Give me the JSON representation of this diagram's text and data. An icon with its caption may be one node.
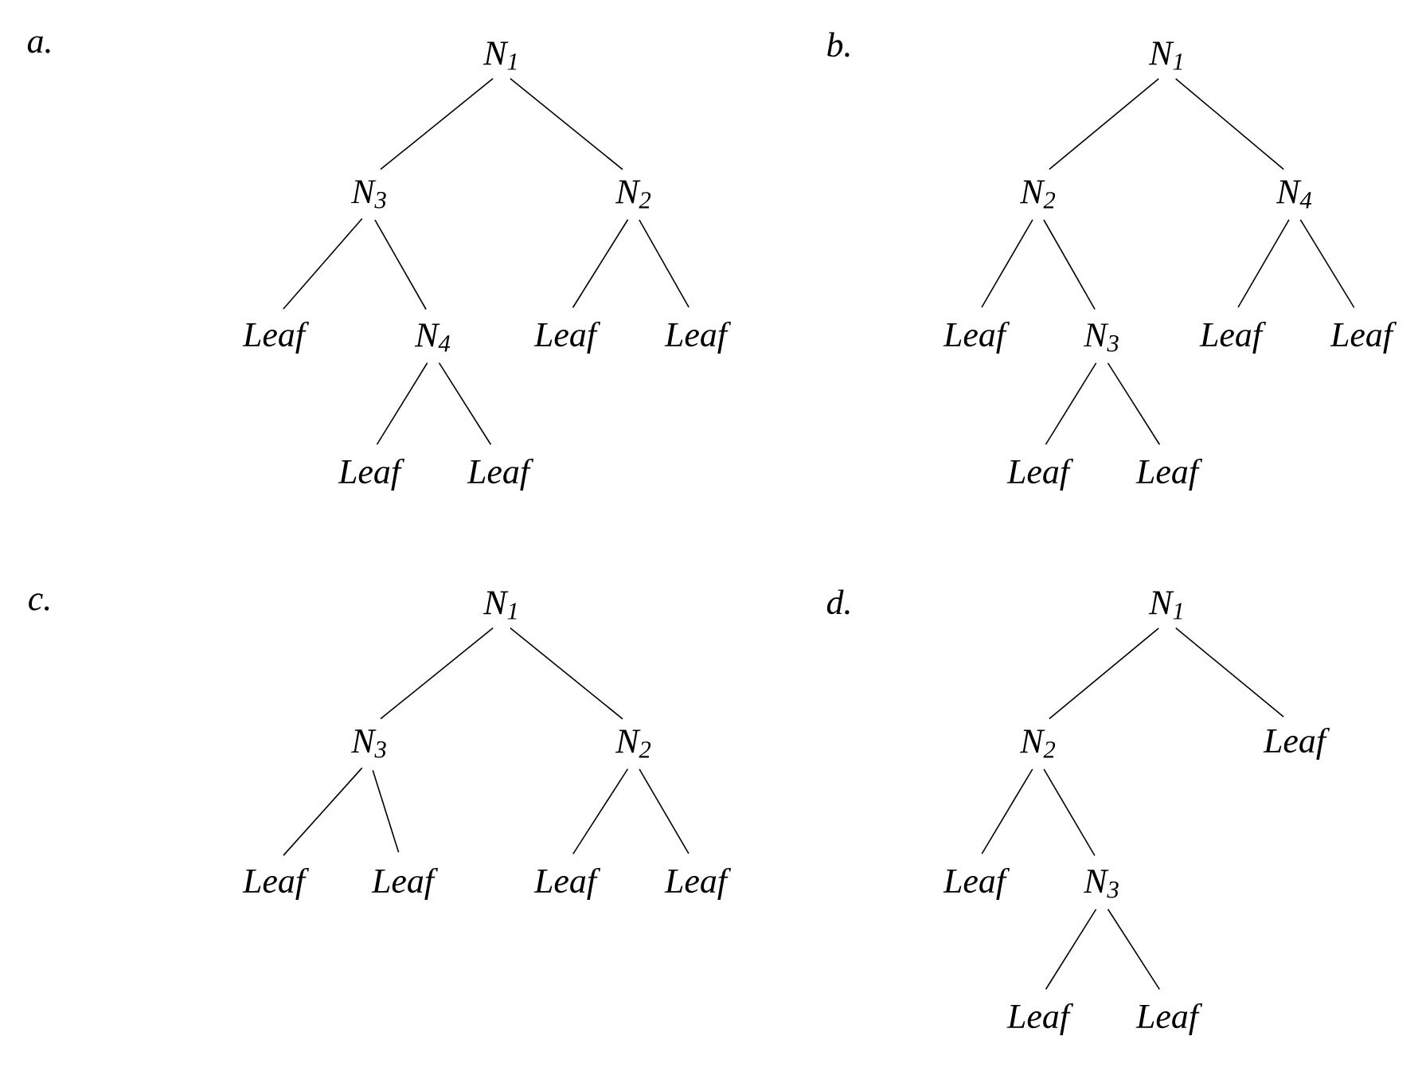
{
  "diagram": {
    "nodes": [
      {
        "text": [
          "N$_{1}$"
        ]
      },
      {
        "text": [
          "N$_{3}$"
        ]
      },
      {
        "text": [
          "N$_{2}$"
        ]
      },
      {
        "text": [
          "Leaf"
        ]
      },
      {
        "text": [
          "N$_{4}$"
        ]
      },
      {
        "text": [
          "Leaf"
        ]
      },
      {
        "text": [
          "Leaf"
        ]
      },
      {
        "text": [
          "Leaf"
        ]
      },
      {
        "text": [
          "Leaf"
        ]
      },
      {
        "text": [
          "N$_{1}$"
        ]
      },
      {
        "text": [
          "N$_{2}$"
        ]
      },
      {
        "text": [
          "N$_{4}$"
        ]
      },
      {
        "text": [
          "Leaf"
        ]
      },
      {
        "text": [
          "N$_{3}$"
        ]
      },
      {
        "text": [
          "Leaf"
        ]
      },
      {
        "text": [
          "Leaf"
        ]
      },
      {
        "text": [
          "Leaf"
        ]
      },
      {
        "text": [
          "Leaf"
        ]
      },
      {
        "text": [
          "N$_{1}$"
        ]
      },
      {
        "text": [
          "N$_{3}$"
        ]
      },
      {
        "text": [
          "N$_{2}$"
        ]
      },
      {
        "text": [
          "Leaf"
        ]
      },
      {
        "text": [
          "Leaf"
        ]
      },
      {
        "text": [
          "Leaf"
        ]
      },
      {
        "text": [
          "Leaf"
        ]
      },
      {
        "text": [
          "N$_{1}$"
        ]
      },
      {
        "text": [
          "N$_{2}$"
        ]
      },
      {
        "text": [
          "Leaf"
        ]
      },
      {
        "text": [
          "Leaf"
        ]
      },
      {
        "text": [
          "N$_{3}$"
        ]
      },
      {
        "text": [
          "Leaf"
        ]
      },
      {
        "text": [
          "Leaf"
        ]
      }
    ],
    "edges": [
      {
        "from": 0,
        "to": 1,
        "arrow": "none"
      },
      {
        "from": 0,
        "to": 2,
        "arrow": "none"
      },
      {
        "from": 1,
        "to": 3,
        "arrow": "none"
      },
      {
        "from": 1,
        "to": 4,
        "arrow": "none"
      },
      {
        "from": 2,
        "to": 5,
        "arrow": "none"
      },
      {
        "from": 2,
        "to": 6,
        "arrow": "none"
      },
      {
        "from": 4,
        "to": 7,
        "arrow": "none"
      },
      {
        "from": 4,
        "to": 8,
        "arrow": "none"
      },
      {
        "from": 9,
        "to": 10,
        "arrow": "none"
      },
      {
        "from": 9,
        "to": 11,
        "arrow": "none"
      },
      {
        "from": 10,
        "to": 12,
        "arrow": "none"
      },
      {
        "from": 10,
        "to": 13,
        "arrow": "none"
      },
      {
        "from": 11,
        "to": 14,
        "arrow": "none"
      },
      {
        "from": 11,
        "to": 15,
        "arrow": "none"
      },
      {
        "from": 13,
        "to": 16,
        "arrow": "none"
      },
      {
        "from": 13,
        "to": 17,
        "arrow": "none"
      },
      {
        "from": 18,
        "to": 19,
        "arrow": "none"
      },
      {
        "from": 18,
        "to": 20,
        "arrow": "none"
      },
      {
        "from": 19,
        "to": 21,
        "arrow": "none"
      },
      {
        "from": 19,
        "to": 22,
        "arrow": "none"
      },
      {
        "from": 20,
        "to": 23,
        "arrow": "none"
      },
      {
        "from": 20,
        "to": 24,
        "arrow": "none"
      },
      {
        "from": 25,
        "to": 26,
        "arrow": "none"
      },
      {
        "from": 25,
        "to": 27,
        "arrow": "none"
      },
      {
        "from": 26,
        "to": 28,
        "arrow": "none"
      },
      {
        "from": 26,
        "to": 29,
        "arrow": "none"
      },
      {
        "from": 29,
        "to": 30,
        "arrow": "none"
      },
      {
        "from": 29,
        "to": 31,
        "arrow": "none"
      }
    ],
    "labels": [
      "a.",
      "b.",
      "c.",
      "d."
    ]
  }
}
